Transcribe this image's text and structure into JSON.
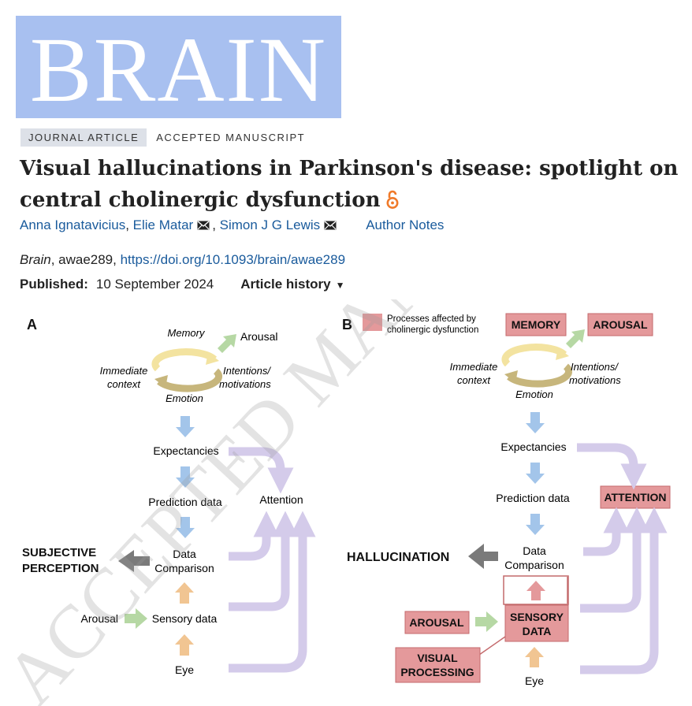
{
  "journal": {
    "logo_text": "BRAIN"
  },
  "article": {
    "type_badge": "JOURNAL ARTICLE",
    "status_badge": "ACCEPTED MANUSCRIPT",
    "title": "Visual hallucinations in Parkinson's disease: spotlight on central cholinergic dysfunction",
    "authors": [
      "Anna Ignatavicius",
      "Elie Matar",
      "Simon J G Lewis"
    ],
    "author_notes_label": "Author Notes",
    "journal_name": "Brain",
    "article_id": ", awae289, ",
    "doi": "https://doi.org/10.1093/brain/awae289",
    "published_label": "Published:",
    "published_date": "10 September 2024",
    "history_label": "Article history"
  },
  "figure": {
    "watermark": "ACCEPTED MAN",
    "panel_a": {
      "label": "A",
      "memory": "Memory",
      "arousal_top": "Arousal",
      "immediate": "Immediate",
      "context": "context",
      "intentions": "Intentions/",
      "motivations": "motivations",
      "emotion": "Emotion",
      "expectancies": "Expectancies",
      "prediction": "Prediction data",
      "attention": "Attention",
      "data": "Data",
      "comparison": "Comparison",
      "subjective": "SUBJECTIVE",
      "perception": "PERCEPTION",
      "arousal_bottom": "Arousal",
      "sensory": "Sensory data",
      "eye": "Eye"
    },
    "panel_b": {
      "label": "B",
      "legend_line1": "Processes affected by",
      "legend_line2": "cholinergic dysfunction",
      "memory": "MEMORY",
      "arousal_top": "AROUSAL",
      "immediate": "Immediate",
      "context": "context",
      "intentions": "Intentions/",
      "motivations": "motivations",
      "emotion": "Emotion",
      "expectancies": "Expectancies",
      "prediction": "Prediction data",
      "attention": "ATTENTION",
      "data": "Data",
      "comparison": "Comparison",
      "hallucination": "HALLUCINATION",
      "arousal_bottom": "AROUSAL",
      "sensory1": "SENSORY",
      "sensory2": "DATA",
      "visual1": "VISUAL",
      "visual2": "PROCESSING",
      "eye": "Eye"
    },
    "colors": {
      "affected_fill": "#e4999b",
      "affected_stroke": "#c46a6c",
      "blue_arrow": "#a3c5ea",
      "green_arrow": "#b6d8a4",
      "orange_arrow": "#f1c592",
      "lilac_arrow": "#d4cbea",
      "gray_arrow": "#7a7a7a",
      "cycle_yellow": "#f3e3a0",
      "cycle_khaki": "#c7b67c"
    }
  }
}
